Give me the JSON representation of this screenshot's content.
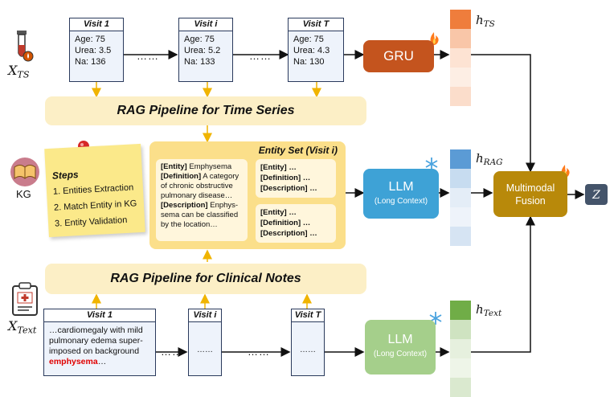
{
  "ts": {
    "input_label": "X",
    "input_sub": "TS",
    "visits": [
      {
        "title": "Visit 1",
        "lines": [
          "Age: 75",
          "Urea: 3.5",
          "Na: 136"
        ]
      },
      {
        "title": "Visit i",
        "lines": [
          "Age: 75",
          "Urea: 5.2",
          "Na: 133"
        ]
      },
      {
        "title": "Visit T",
        "lines": [
          "Age: 75",
          "Urea: 4.3",
          "Na: 130"
        ]
      }
    ],
    "ellipsis": "……",
    "model": "GRU",
    "h_label": "h",
    "h_sub": "TS",
    "pipeline": "RAG Pipeline for Time Series"
  },
  "kg": {
    "label": "KG",
    "steps_title": "Steps",
    "steps": [
      "1. Entities Extraction",
      "2. Match Entity in KG",
      "3. Entity Validation"
    ],
    "entity_set_title": "Entity Set (Visit i)",
    "main_entity": {
      "entity_key": "[Entity]",
      "entity_val": " Emphysema",
      "def_key": "[Definition]",
      "def_val": " A category of chronic obstructive pulmonary disease…",
      "desc_key": "[Description]",
      "desc_val": " Enphys-sema can be classified by the location…"
    },
    "other_entities": [
      {
        "entity": "[Entity] …",
        "definition": "[Definition] …",
        "description": "[Description] …"
      },
      {
        "entity": "[Entity] …",
        "definition": "[Definition] …",
        "description": "[Description] …"
      }
    ],
    "llm": "LLM",
    "llm_sub": "(Long Context)",
    "h_label": "h",
    "h_sub": "RAG"
  },
  "fusion": {
    "label": "Multimodal Fusion",
    "output": "Z"
  },
  "text": {
    "input_label": "X",
    "input_sub": "Text",
    "pipeline": "RAG Pipeline for Clinical Notes",
    "visits": [
      {
        "title": "Visit 1",
        "body": "…cardiomegaly with mild pulmonary edema super-imposed on background ",
        "highlight": "emphysema",
        "tail": "…"
      },
      {
        "title": "Visit i",
        "body": "……"
      },
      {
        "title": "Visit T",
        "body": "……"
      }
    ],
    "ellipsis": "……",
    "llm": "LLM",
    "llm_sub": "(Long Context)",
    "h_label": "h",
    "h_sub": "Text"
  },
  "colors": {
    "gru": "#c4541e",
    "llm_blue": "#3ea2d6",
    "llm_green": "#a5cf8b",
    "fusion": "#b8890a",
    "z": "#44546a",
    "highlight": "#e00000"
  }
}
